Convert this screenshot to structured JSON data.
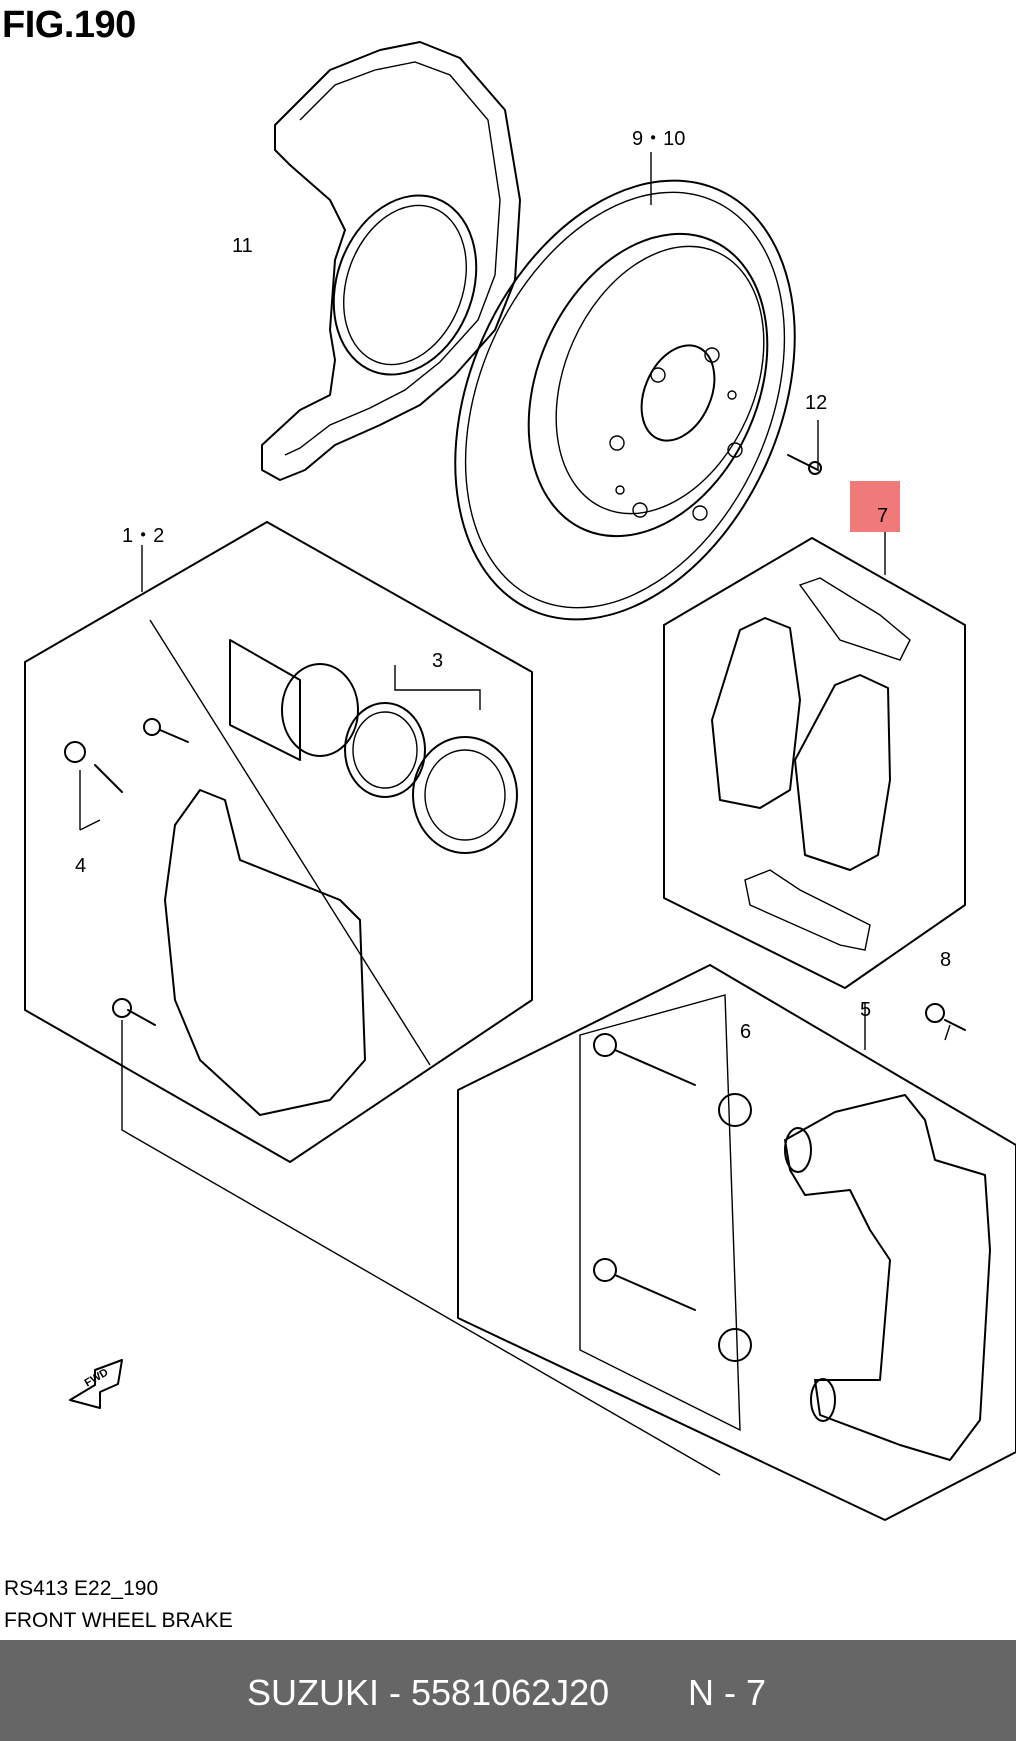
{
  "figure": {
    "title": "FIG.190",
    "model_code": "RS413 E22_190",
    "caption": "FRONT WHEEL BRAKE"
  },
  "callouts": {
    "c11": "11",
    "c9_10": "9・10",
    "c12": "12",
    "c7": "7",
    "c1_2": "1・2",
    "c3": "3",
    "c4": "4",
    "c6": "6",
    "c5": "5",
    "c8": "8"
  },
  "fwd_label": "FWD",
  "highlight_color": "#f07a7a",
  "footer_bar": {
    "brand_part": "SUZUKI - 5581062J20",
    "ref": "N - 7",
    "bg_color": "#666666"
  }
}
